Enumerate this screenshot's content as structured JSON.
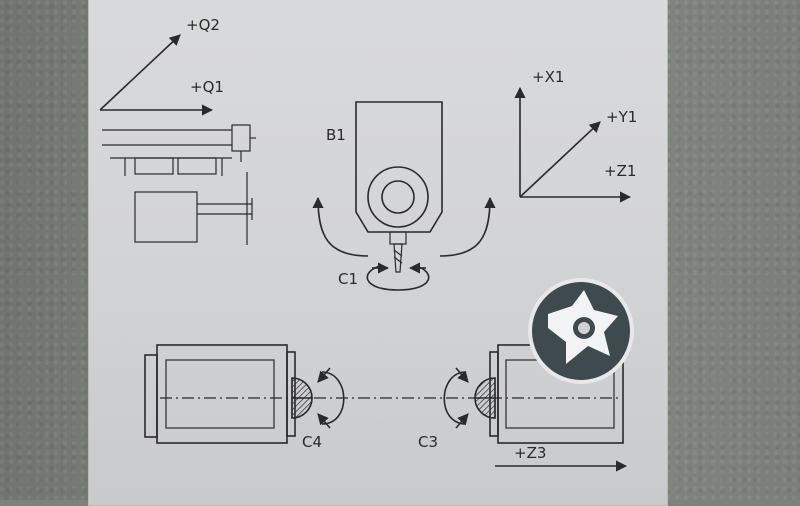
{
  "labels": {
    "q2": "+Q2",
    "q1": "+Q1",
    "b1": "B1",
    "x1": "+X1",
    "y1": "+Y1",
    "z1": "+Z1",
    "c1": "C1",
    "c4": "C4",
    "c3": "C3",
    "z3": "+Z3"
  },
  "colors": {
    "plate": "#d5d6d8",
    "ink": "#2a2a2a",
    "cabinet": "#7e827c",
    "badge_bg": "#3f4a4f",
    "badge_ring": "#e6e8e9"
  },
  "icons": {
    "badge": "star-gear-logo-icon"
  }
}
